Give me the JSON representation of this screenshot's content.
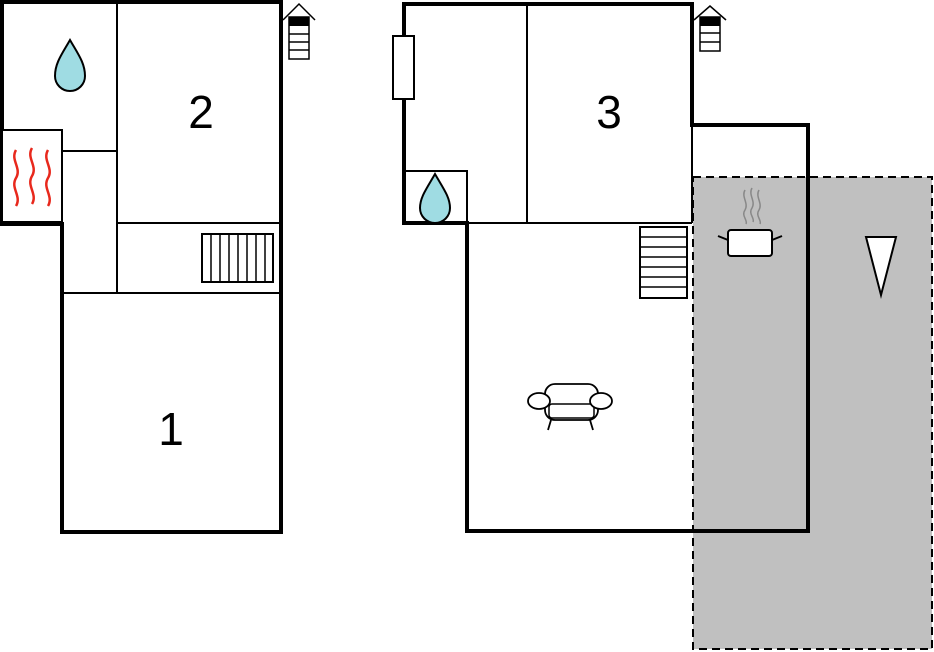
{
  "floorplan": {
    "rooms": [
      {
        "number": "1"
      },
      {
        "number": "2"
      },
      {
        "number": "3"
      }
    ],
    "colors": {
      "water": "#9fdce3",
      "heating": "#e8281c",
      "terrace": "#c0c0c0",
      "walls": "#000000"
    },
    "icons": [
      "bathroom-icon",
      "sauna-icon",
      "stairs-icon",
      "kitchen-icon",
      "sofa-icon",
      "terrace-icon",
      "fireplace-icon"
    ]
  }
}
